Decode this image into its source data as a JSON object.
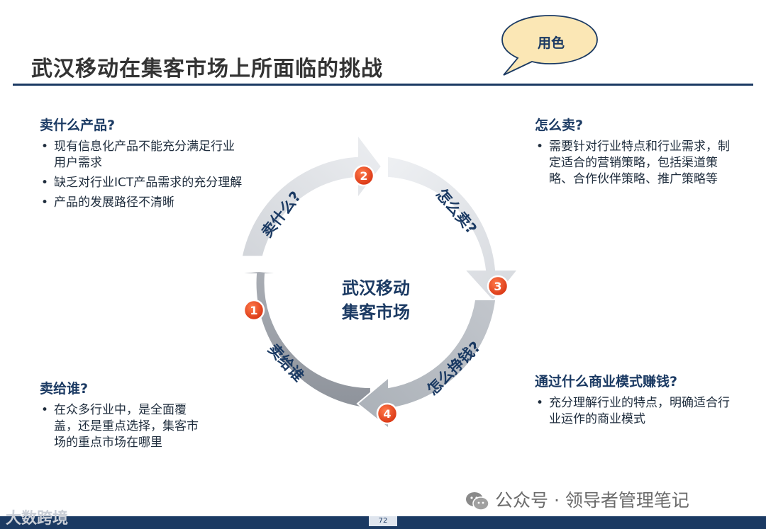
{
  "slide": {
    "title": "武汉移动在集客市场上所面临的挑战",
    "callout": "用色"
  },
  "diagram": {
    "center_line1": "武汉移动",
    "center_line2": "集客市场",
    "arrows": [
      {
        "badge": "1",
        "label": "卖给谁"
      },
      {
        "badge": "2",
        "label": "卖什么?"
      },
      {
        "badge": "3",
        "label": "怎么卖?"
      },
      {
        "badge": "4",
        "label": "怎么挣钱?"
      }
    ],
    "colors": {
      "arrow_light": "#e4e6ea",
      "arrow_mid": "#c4c8ce",
      "arrow_dark": "#8e939b",
      "badge": "#e8431e",
      "navy": "#1b3a63"
    }
  },
  "sections": {
    "top_left": {
      "heading": "卖什么产品?",
      "bullets": [
        "现有信息化产品不能充分满足行业用户需求",
        "缺乏对行业ICT产品需求的充分理解",
        "产品的发展路径不清晰"
      ]
    },
    "top_right": {
      "heading": "怎么卖?",
      "bullets": [
        "需要针对行业特点和行业需求，制定适合的营销策略，包括渠道策略、合作伙伴策略、推广策略等"
      ]
    },
    "bottom_left": {
      "heading": "卖给谁?",
      "bullets": [
        "在众多行业中，是全面覆盖，还是重点选择，集客市场的重点市场在哪里"
      ]
    },
    "bottom_right": {
      "heading": "通过什么商业模式赚钱?",
      "bullets": [
        "充分理解行业的特点，明确适合行业运作的商业模式"
      ]
    }
  },
  "footer": {
    "page_number": "72",
    "watermark": "公众号 · 领导者管理笔记",
    "brand": "大数跨境",
    "watermark_icon": "wechat-icon"
  }
}
